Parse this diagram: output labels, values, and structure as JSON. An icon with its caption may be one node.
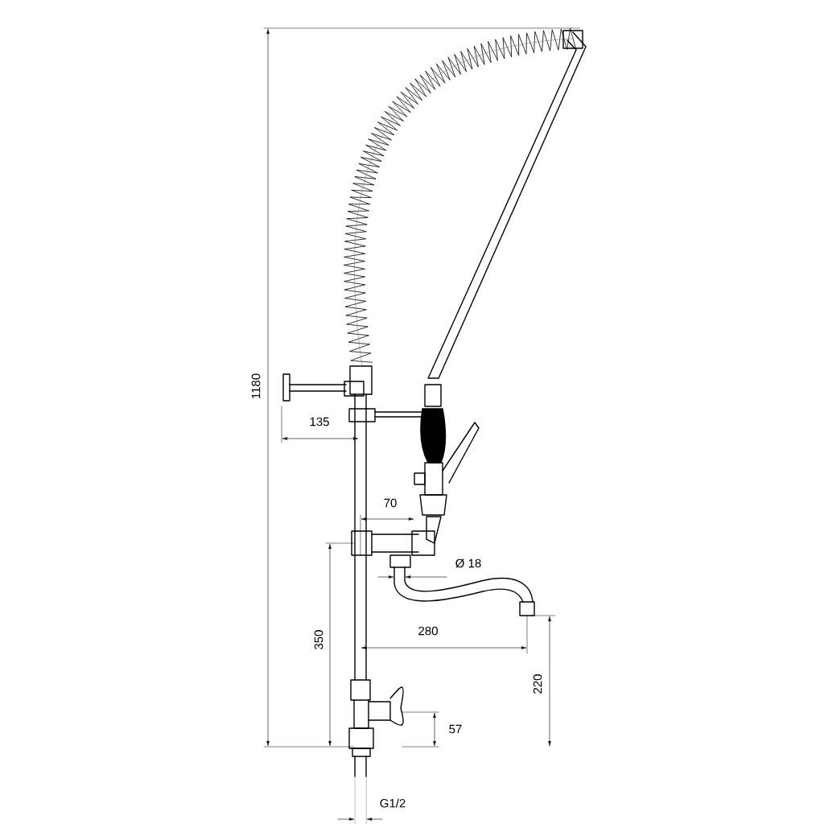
{
  "diagram": {
    "labels": [
      "1180",
      "135",
      "70",
      "Ø 18",
      "280",
      "350",
      "220",
      "57",
      "G1/2"
    ]
  }
}
